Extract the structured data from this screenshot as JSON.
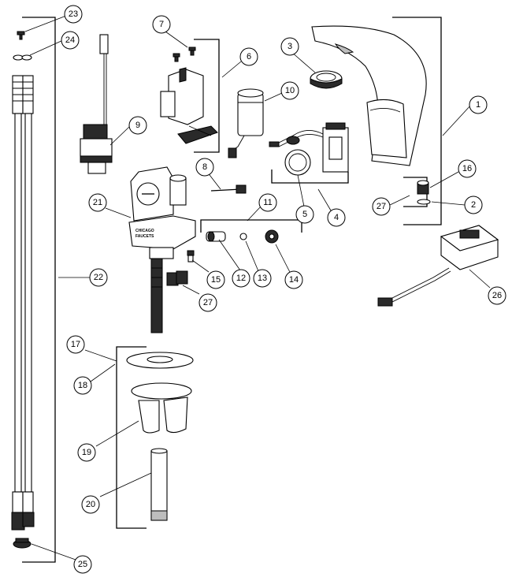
{
  "callouts": [
    {
      "id": "c23",
      "label": "23"
    },
    {
      "id": "c24",
      "label": "24"
    },
    {
      "id": "c7",
      "label": "7"
    },
    {
      "id": "c6",
      "label": "6"
    },
    {
      "id": "c3",
      "label": "3"
    },
    {
      "id": "c10",
      "label": "10"
    },
    {
      "id": "c1",
      "label": "1"
    },
    {
      "id": "c9",
      "label": "9"
    },
    {
      "id": "c8",
      "label": "8"
    },
    {
      "id": "c16",
      "label": "16"
    },
    {
      "id": "c21",
      "label": "21"
    },
    {
      "id": "c11",
      "label": "11"
    },
    {
      "id": "c27a",
      "label": "27"
    },
    {
      "id": "c2",
      "label": "2"
    },
    {
      "id": "c5",
      "label": "5"
    },
    {
      "id": "c4",
      "label": "4"
    },
    {
      "id": "c22",
      "label": "22"
    },
    {
      "id": "c12",
      "label": "12"
    },
    {
      "id": "c13",
      "label": "13"
    },
    {
      "id": "c14",
      "label": "14"
    },
    {
      "id": "c15",
      "label": "15"
    },
    {
      "id": "c27b",
      "label": "27"
    },
    {
      "id": "c26",
      "label": "26"
    },
    {
      "id": "c17",
      "label": "17"
    },
    {
      "id": "c18",
      "label": "18"
    },
    {
      "id": "c19",
      "label": "19"
    },
    {
      "id": "c20",
      "label": "20"
    },
    {
      "id": "c25",
      "label": "25"
    }
  ],
  "mixer_mark": {
    "line1": "CHICAGO",
    "line2": "FAUCETS"
  }
}
